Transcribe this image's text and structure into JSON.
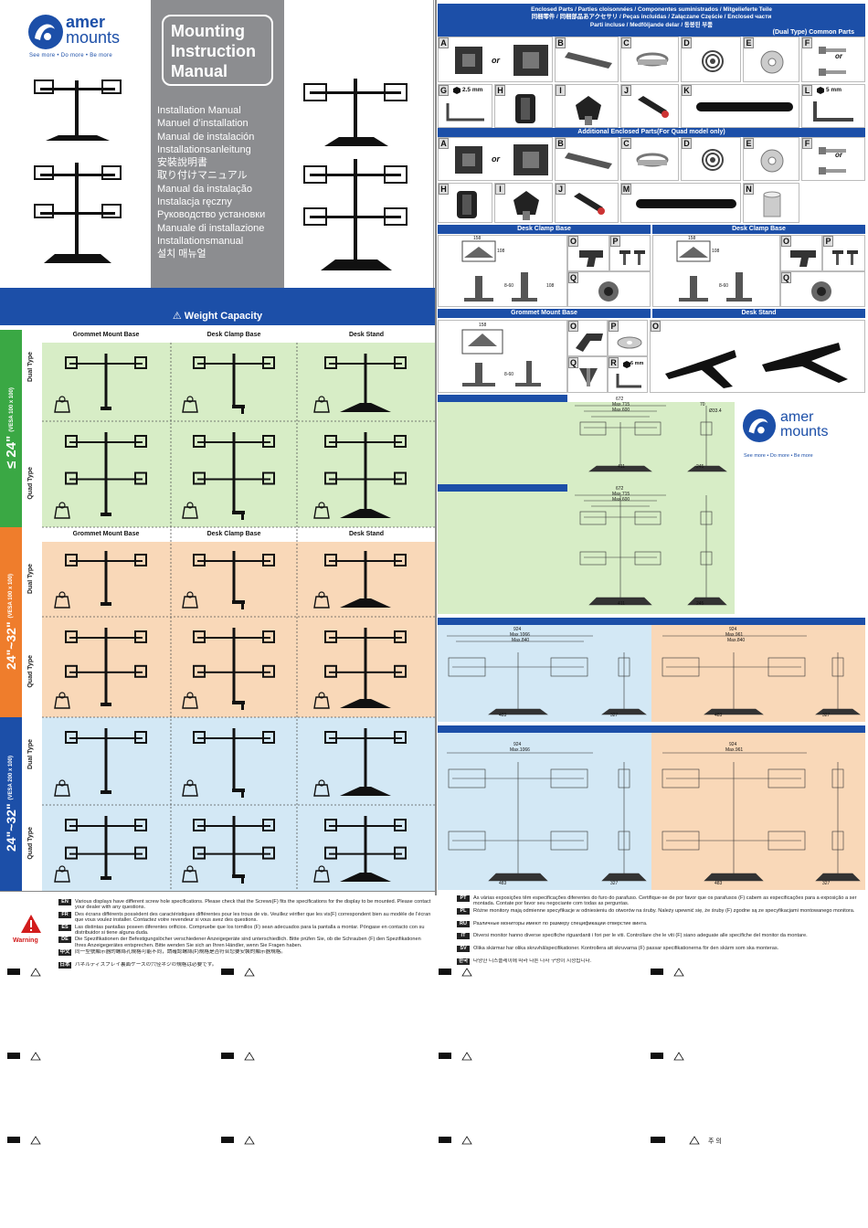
{
  "cover": {
    "brand_line1": "amer",
    "brand_line2": "mounts",
    "tagline": "See more  •  Do more  •  Be more",
    "title_lines": [
      "Mounting",
      "Instruction",
      "Manual"
    ],
    "languages": [
      "Installation Manual",
      "Manuel d’installation",
      "Manual de instalación",
      "Installationsanleitung",
      "安裝說明書",
      "取り付けマニュアル",
      "Manual da instalação",
      "Instalacja ręczny",
      "Руководство установки",
      "Manuale di installazione",
      "Installationsmanual",
      "설치 매뉴얼"
    ]
  },
  "parts": {
    "header_line1": "Enclosed Parts  /  Parties cloisonnées  /  Componentes suministrados  /  Mitgelieferte Teile",
    "header_line2": "同梱零件  /  同梱部品あアクセサリ  /  Peças incluídas  /  Załączane Częście  /  Enclosed части",
    "header_line3": "Parti incluse  /  Medföljande delar  /  동봉된 부품",
    "dual_tag": "(Dual Type) Common Parts",
    "additional": "Additional Enclosed Parts(For Quad model only)",
    "or": "or",
    "hex_25": "2.5 mm",
    "hex_5": "5 mm",
    "labels_row1": [
      "A",
      "B",
      "C",
      "D",
      "E",
      "F"
    ],
    "labels_row2": [
      "G",
      "H",
      "I",
      "J",
      "K",
      "L"
    ],
    "labels_row3": [
      "A",
      "B",
      "C",
      "D",
      "E",
      "F"
    ],
    "labels_row4": [
      "H",
      "I",
      "J",
      "M",
      "N"
    ],
    "desk_clamp_base": "Desk Clamp Base",
    "grommet_mount_base": "Grommet Mount Base",
    "desk_stand": "Desk Stand",
    "dim_158": "158",
    "dim_108": "108",
    "dim_8_60": "8-60",
    "labels_clamp": [
      "O",
      "P",
      "Q"
    ],
    "labels_grommet": [
      "O",
      "P",
      "Q",
      "R"
    ],
    "label_stand": "O",
    "r_size": "6 mm"
  },
  "weight": {
    "title": "Weight Capacity",
    "columns": [
      "Grommet Mount Base",
      "Desk Clamp Base",
      "Desk Stand"
    ],
    "bands": [
      {
        "size": "≤ 24\"",
        "vesa": "(VESA 100 x 100)",
        "color": "green"
      },
      {
        "size": "24\"~32\"",
        "vesa": "(VESA 100 x 100)",
        "color": "orange"
      },
      {
        "size": "24\"~32\"",
        "vesa": "(VESA 200 x 100)",
        "color": "blue"
      }
    ],
    "dual": "Dual Type",
    "quad": "Quad Type"
  },
  "dims": {
    "g_672": "672",
    "g_max715": "Max.715",
    "g_max600": "Max.600",
    "g_70": "70",
    "g_334": "Ø33.4",
    "g_411": "411",
    "g_245": "245",
    "o_924": "924",
    "o_max1066": "Max.1066",
    "o_max840": "Max.840",
    "o_max961": "Max.961",
    "o_483": "483",
    "o_327": "327"
  },
  "right_logo": {
    "brand_line1": "amer",
    "brand_line2": "mounts",
    "tagline": "See more  •  Do more  •  Be more"
  },
  "warning": {
    "label": "Warning",
    "left": [
      {
        "lang": "EN",
        "text": "Various displays have different screw hole specifications. Please check that the Screws(F) fits the specifications for the display to be mounted. Please contact your dealer with any questions."
      },
      {
        "lang": "FR",
        "text": "Des écrans différents possèdent des caractéristiques différentes pour les trous de vis. Veuillez vérifier que les vis(F) correspondent bien au modèle de l’écran que vous voulez installer. Contactez votre revendeur si vous avez des questions."
      },
      {
        "lang": "ES",
        "text": "Las distintas pantallas poseen diferentes orificios. Compruebe que los tornillos (F) sean adecuados para la pantalla a montar. Póngase en contacto con su distribuidor si tiene alguna duda."
      },
      {
        "lang": "DE",
        "text": "Die Spezifikationen der Befestigungslöcher verschiedener Anzeigegeräte sind unterschiedlich. Bitte prüfen Sie, ob die Schrauben (F) den Spezifikationen Ihres Anzeigegerätes entsprechen. Bitte wenden Sie sich an Ihren Händler, wenn Sie Fragen haben."
      },
      {
        "lang": "中文",
        "text": "同一型號顯示器的螺絲孔規格可能不同，請確認螺絲(F)規格是否符合您要安裝的顯示器規格。"
      },
      {
        "lang": "日本",
        "text": "パネルディスプレイ裏面ケースの穴径ネジの規格は必要です。"
      }
    ],
    "right": [
      {
        "lang": "PT",
        "text": "As várias exposições têm especificações diferentes do furo do parafuso. Certifique-se de por favor que os parafusos (F) cabem as especificações para a exposição a ser montada. Contate por favor seu negociante com todas as perguntas."
      },
      {
        "lang": "PL",
        "text": "Różne monitory mają odmienne specyfikacje w odniesieniu do otworów na śruby. Należy upewnić się, że śruby (F) zgodne są ze specyfikacjami montowanego monitora."
      },
      {
        "lang": "RU",
        "text": "Различные мониторы имеют по размеру спецификации отверстие винта."
      },
      {
        "lang": "IT",
        "text": "Diversi monitor hanno diverse specifiche riguardanti i fori per le viti. Controllare che le viti (F) siano adeguate alle specifiche del monitor da montare."
      },
      {
        "lang": "SV",
        "text": "Olika skärmar har olika skruvhålspecifikationer. Kontrollera att skruvarna (F) passar specifikationerna för den skärm som ska monteras."
      },
      {
        "lang": "한국",
        "text": "다양한 디스플레이에 따라 다른 나사 구멍이 지정됩니다."
      }
    ],
    "korean_caution": "주  의"
  }
}
